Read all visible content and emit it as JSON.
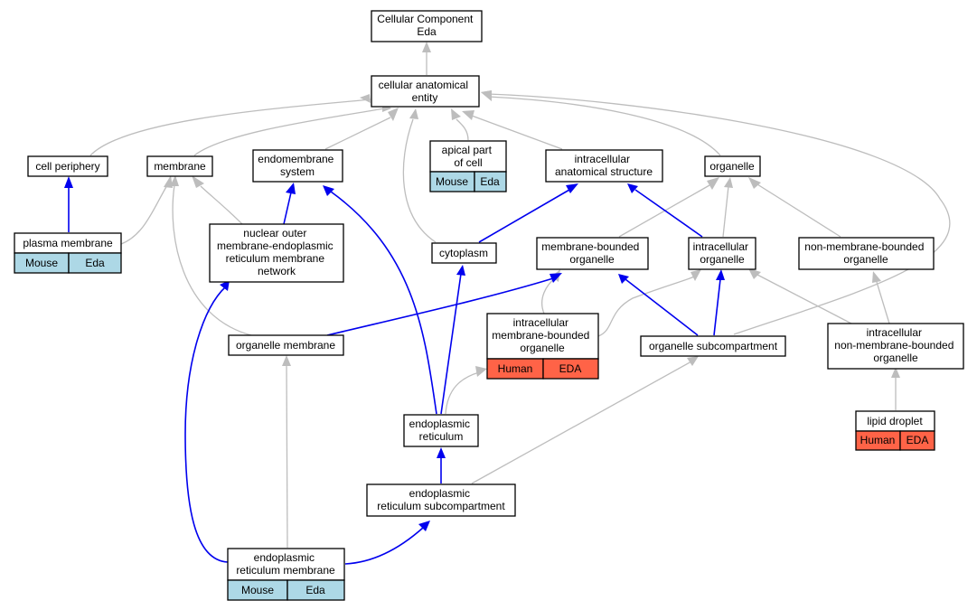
{
  "colors": {
    "mouse_cell": "#add8e6",
    "human_cell": "#ff6347",
    "is_a_edge": "#bdbdbd",
    "part_of_edge": "#0000ee"
  },
  "nodes": {
    "root": [
      "Cellular Component",
      "Eda"
    ],
    "cae": [
      "cellular anatomical",
      "entity"
    ],
    "cell_periphery": [
      "cell periphery"
    ],
    "membrane": [
      "membrane"
    ],
    "endomembrane": [
      "endomembrane",
      "system"
    ],
    "apical": [
      "apical part",
      "of cell"
    ],
    "ias": [
      "intracellular",
      "anatomical structure"
    ],
    "organelle": [
      "organelle"
    ],
    "plasma_membrane": [
      "plasma membrane"
    ],
    "nuclear_outer": [
      "nuclear outer",
      "membrane-endoplasmic",
      "reticulum membrane",
      "network"
    ],
    "cytoplasm": [
      "cytoplasm"
    ],
    "mbo": [
      "membrane-bounded",
      "organelle"
    ],
    "intra_organelle": [
      "intracellular",
      "organelle"
    ],
    "nmbo": [
      "non-membrane-bounded",
      "organelle"
    ],
    "imbo": [
      "intracellular",
      "membrane-bounded",
      "organelle"
    ],
    "organelle_membrane": [
      "organelle membrane"
    ],
    "organelle_subcompartment": [
      "organelle subcompartment"
    ],
    "inmbo": [
      "intracellular",
      "non-membrane-bounded",
      "organelle"
    ],
    "er": [
      "endoplasmic",
      "reticulum"
    ],
    "lipid_droplet": [
      "lipid droplet"
    ],
    "er_subcompartment": [
      "endoplasmic",
      "reticulum subcompartment"
    ],
    "er_membrane": [
      "endoplasmic",
      "reticulum membrane"
    ]
  },
  "annotations": {
    "apical": [
      "Mouse",
      "Eda"
    ],
    "plasma_membrane": [
      "Mouse",
      "Eda"
    ],
    "imbo": [
      "Human",
      "EDA"
    ],
    "lipid_droplet": [
      "Human",
      "EDA"
    ],
    "er_membrane": [
      "Mouse",
      "Eda"
    ]
  }
}
